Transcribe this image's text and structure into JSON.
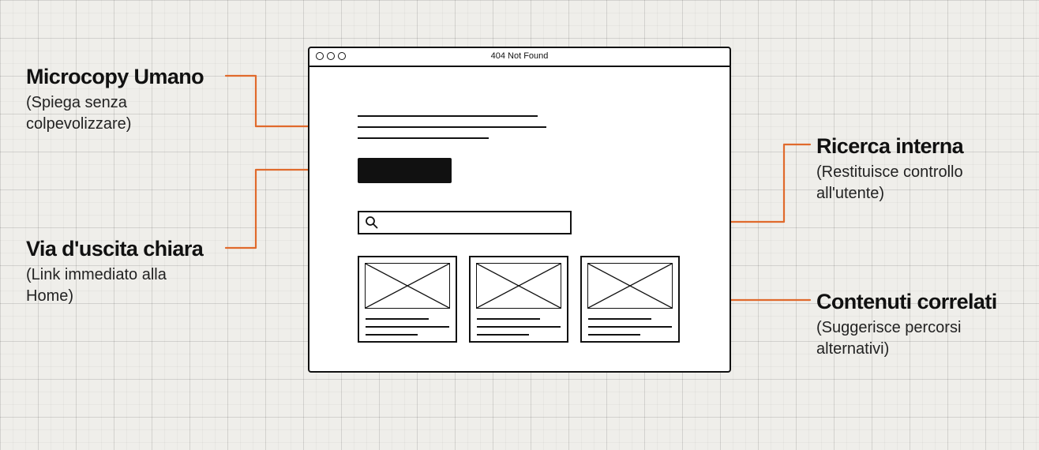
{
  "window": {
    "title": "404 Not Found"
  },
  "annotations": {
    "microcopy": {
      "title": "Microcopy Umano",
      "desc_line1": "(Spiega senza",
      "desc_line2": "colpevolizzare)"
    },
    "exit": {
      "title": "Via d'uscita chiara",
      "desc_line1": "(Link immediato alla",
      "desc_line2": "Home)"
    },
    "search": {
      "title": "Ricerca interna",
      "desc_line1": "(Restituisce controllo",
      "desc_line2": "all'utente)"
    },
    "related": {
      "title": "Contenuti correlati",
      "desc_line1": "(Suggerisce percorsi",
      "desc_line2": "alternativi)"
    }
  },
  "wireframe": {
    "card_count": 3,
    "icons": [
      "search-icon",
      "image-placeholder-icon"
    ]
  },
  "colors": {
    "background": "#efeeea",
    "accent": "#e06a2c",
    "ink": "#111111"
  }
}
